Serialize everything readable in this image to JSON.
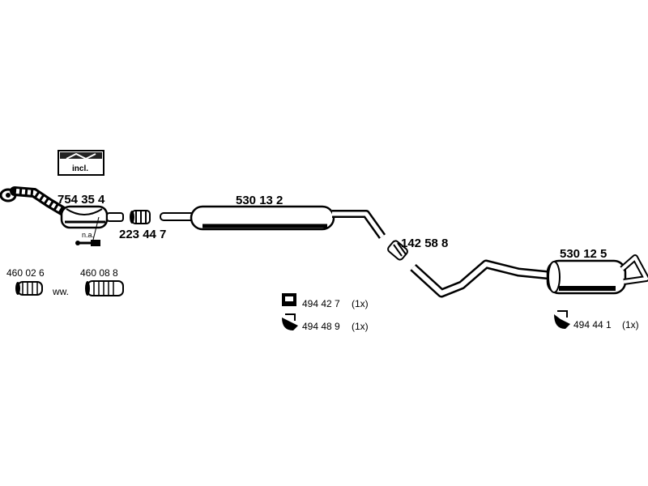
{
  "diagram": {
    "parts": {
      "front_pipe": "754 35 4",
      "front_clamp": "223 44 7",
      "center_silencer": "530 13 2",
      "mid_clamp": "142 58 8",
      "rear_silencer": "530 12 5",
      "flex_a": "460 02 6",
      "flex_b": "460 08 8"
    },
    "kit_label": "incl.",
    "na_label": "n.a.",
    "or_label": "ww.",
    "hangers": [
      {
        "code": "494 42 7",
        "qty": "(1x)"
      },
      {
        "code": "494 48 9",
        "qty": "(1x)"
      },
      {
        "code": "494 44 1",
        "qty": "(1x)"
      }
    ]
  }
}
